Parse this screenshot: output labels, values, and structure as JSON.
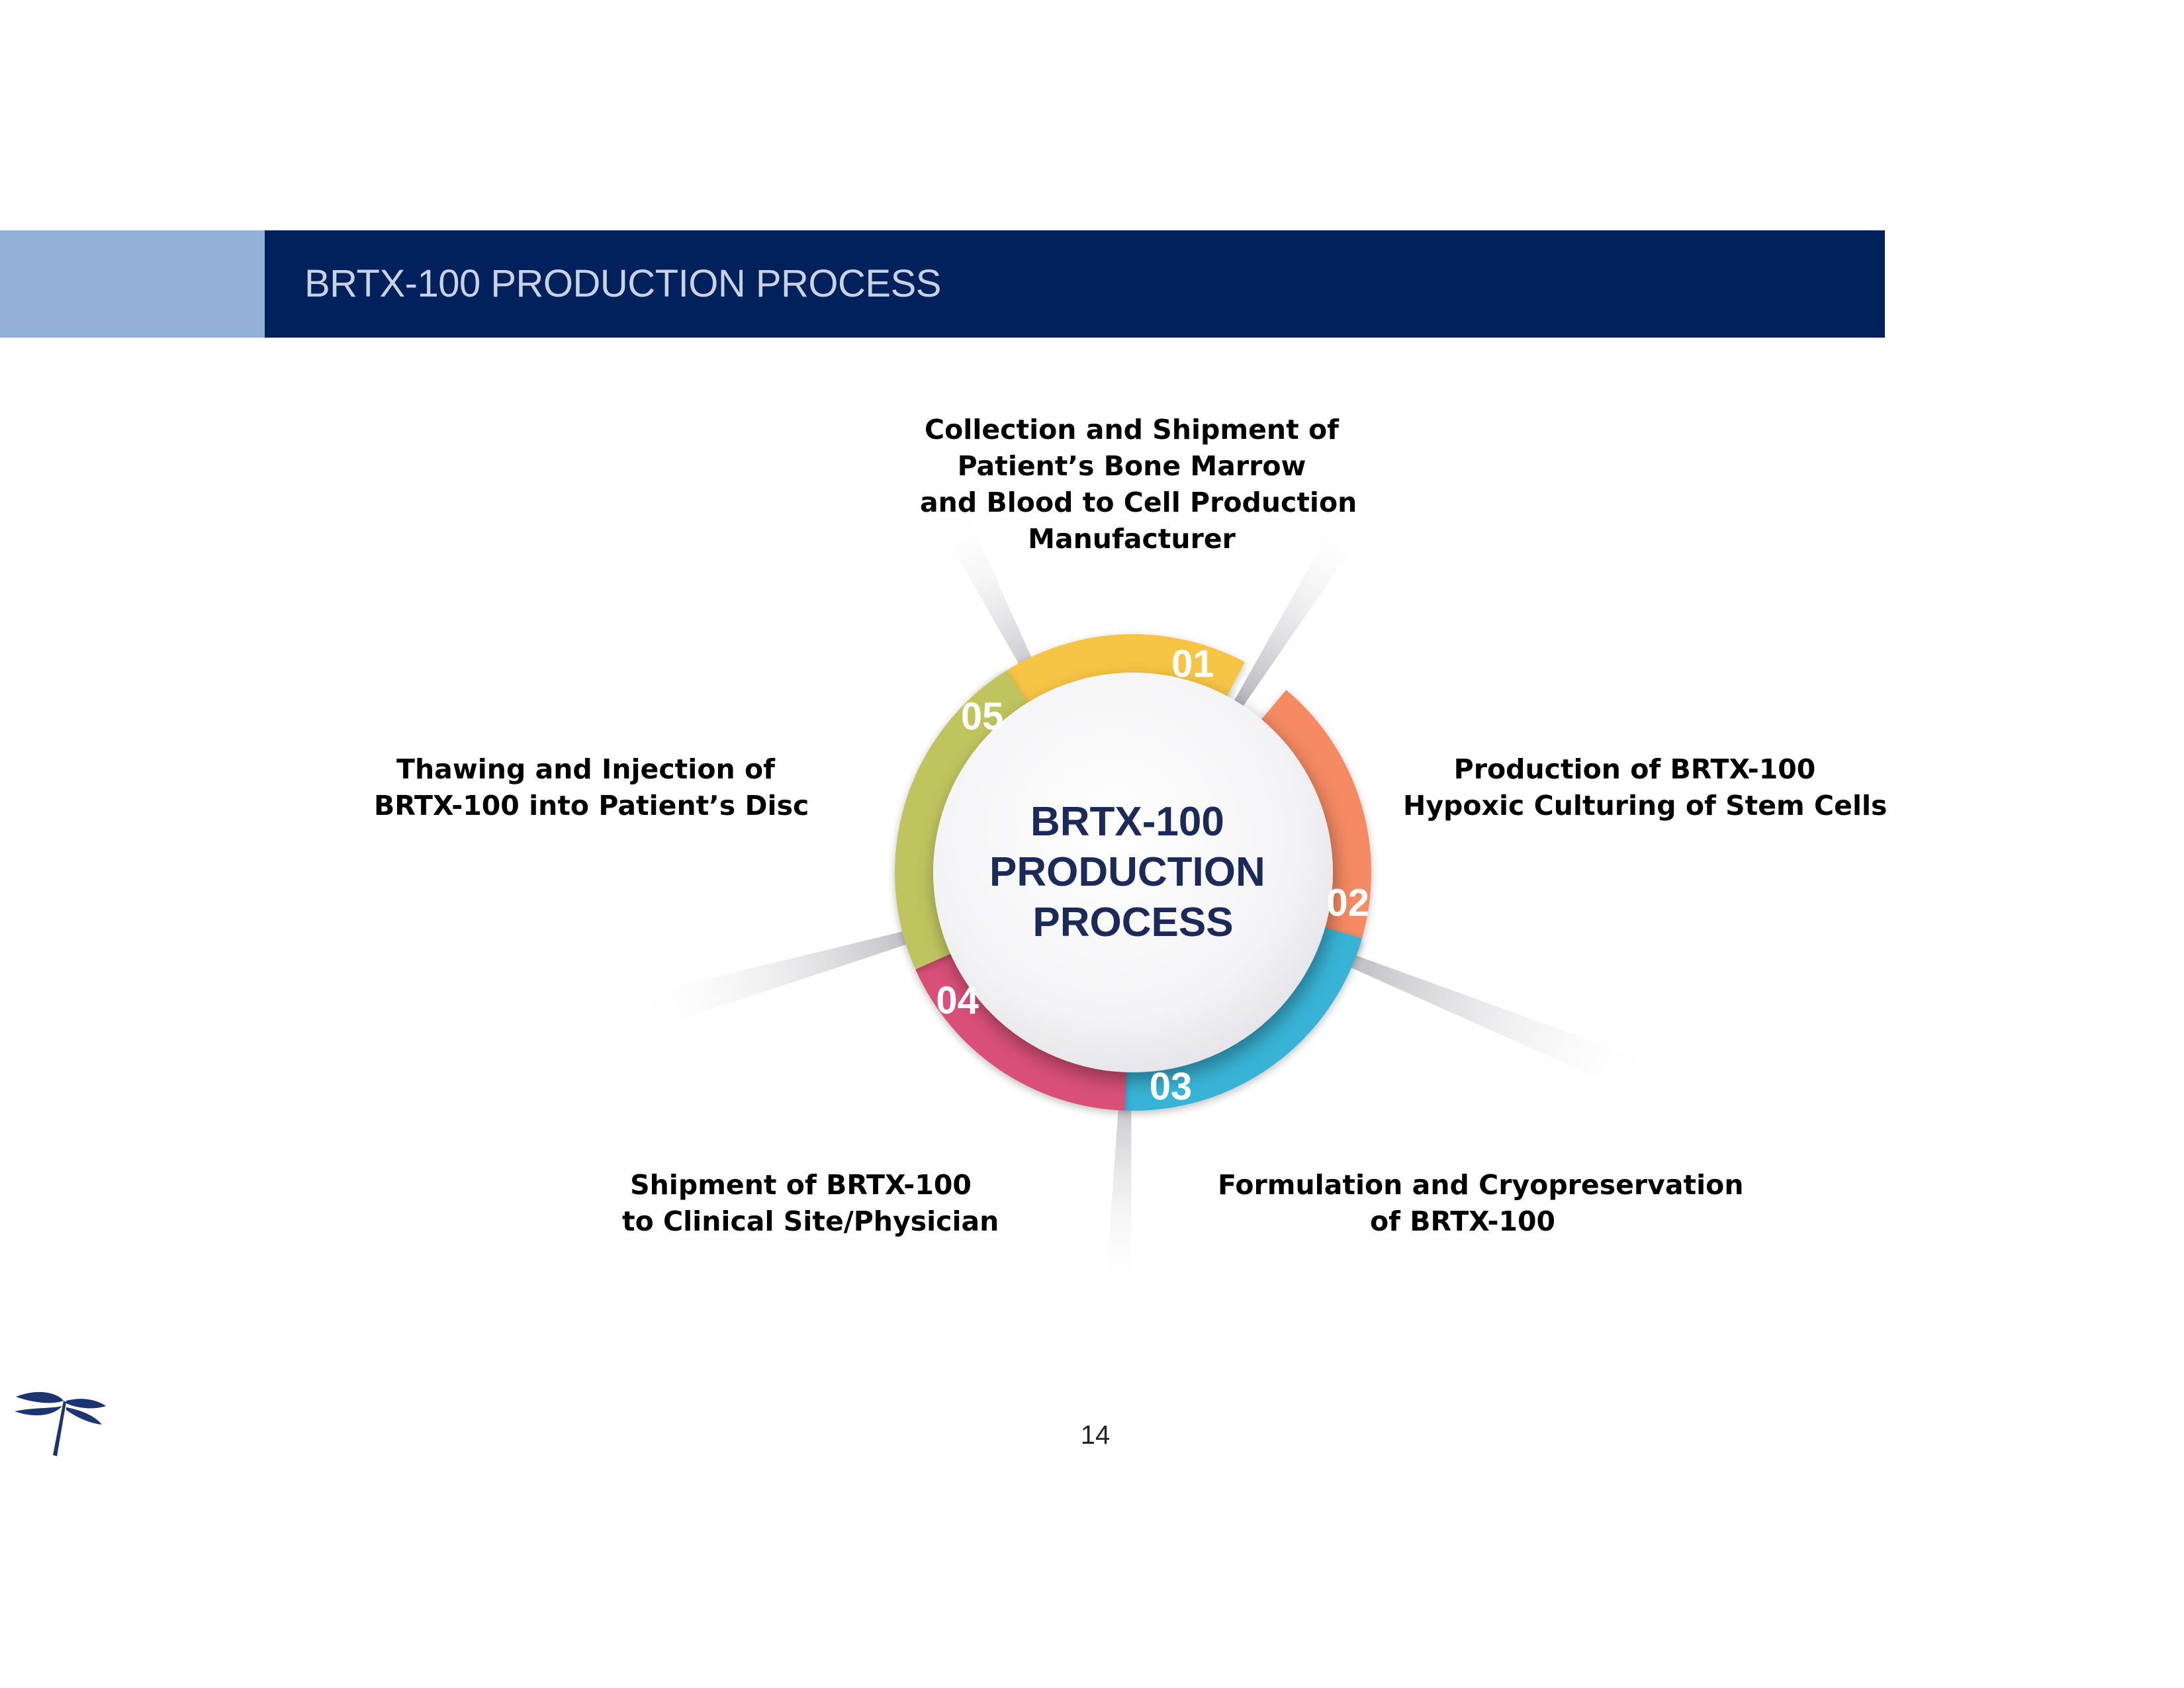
{
  "header": {
    "title": "BRTX-100 PRODUCTION PROCESS"
  },
  "center": {
    "lines": [
      "BRTX-100",
      "PRODUCTION",
      "PROCESS"
    ],
    "text_color": "#1c2a5a"
  },
  "steps": [
    {
      "number": "01",
      "color": "#f6c544",
      "label_lines": [
        "Collection and Shipment of",
        "Patient’s Bone Marrow",
        "and Blood to Cell Production",
        "Manufacturer"
      ]
    },
    {
      "number": "02",
      "color": "#f58a64",
      "label_lines": [
        "Production of BRTX-100",
        "Hypoxic Culturing of Stem Cells"
      ]
    },
    {
      "number": "03",
      "color": "#39b3d5",
      "label_lines": [
        "Formulation and Cryopreservation",
        "of BRTX-100"
      ]
    },
    {
      "number": "04",
      "color": "#d94f77",
      "label_lines": [
        "Shipment of BRTX-100",
        "to Clinical Site/Physician"
      ]
    },
    {
      "number": "05",
      "color": "#c0c45e",
      "label_lines": [
        "Thawing and Injection of",
        "BRTX-100 into Patient’s Disc"
      ]
    }
  ],
  "footer": {
    "page_number": "14"
  },
  "logo": {
    "icon": "dragonfly-icon",
    "color": "#1d3472"
  },
  "colors": {
    "header_bar": "#00215c",
    "header_accent": "#93b0d6",
    "header_text": "#c9d2e3"
  }
}
